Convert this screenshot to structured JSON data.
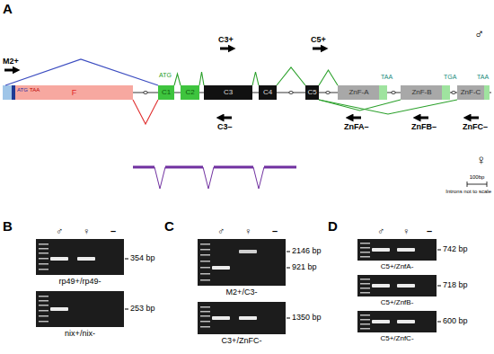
{
  "diagram": {
    "nodes": [
      {
        "text": [
          "F"
        ]
      },
      {
        "text": [
          "C1"
        ]
      },
      {
        "text": [
          "C2"
        ]
      },
      {
        "text": [
          "C3"
        ]
      },
      {
        "text": [
          "C4"
        ]
      },
      {
        "text": [
          "C5"
        ]
      },
      {
        "text": [
          "ZnF-A"
        ]
      },
      {
        "text": [
          "ZnF-B"
        ]
      },
      {
        "text": [
          "ZnF-C"
        ]
      }
    ],
    "edges": [
      {
        "from": 0,
        "to": 1,
        "arrow": "none"
      },
      {
        "from": 1,
        "to": 2,
        "arrow": "none"
      },
      {
        "from": 2,
        "to": 3,
        "arrow": "none"
      },
      {
        "from": 3,
        "to": 4,
        "arrow": "none"
      },
      {
        "from": 4,
        "to": 5,
        "arrow": "none"
      },
      {
        "from": 5,
        "to": 6,
        "arrow": "none"
      },
      {
        "from": 5,
        "to": 7,
        "arrow": "none"
      },
      {
        "from": 5,
        "to": 8,
        "arrow": "none"
      }
    ],
    "labels": [
      "A",
      "♂",
      "M2+",
      "ATG",
      "TAA",
      "ATG",
      "C3+",
      "C5+",
      "TAA",
      "TGA",
      "TAA",
      "C3–",
      "ZnFA–",
      "ZnFB–",
      "ZnFC–",
      "♀",
      "100bp",
      "Introns not to scale",
      "B",
      "♂",
      "♀",
      "–",
      "354 bp",
      "rp49+/rp49-",
      "253 bp",
      "nix+/nix-",
      "C",
      "♂",
      "♀",
      "–",
      "2146 bp",
      "921 bp",
      "M2+/C3-",
      "1350 bp",
      "C3+/ZnFC-",
      "D",
      "♂",
      "♀",
      "–",
      "742 bp",
      "C5+/ZnfA-",
      "718 bp",
      "C5+/ZnfB-",
      "600 bp",
      "C5+/ZnfC-"
    ]
  }
}
